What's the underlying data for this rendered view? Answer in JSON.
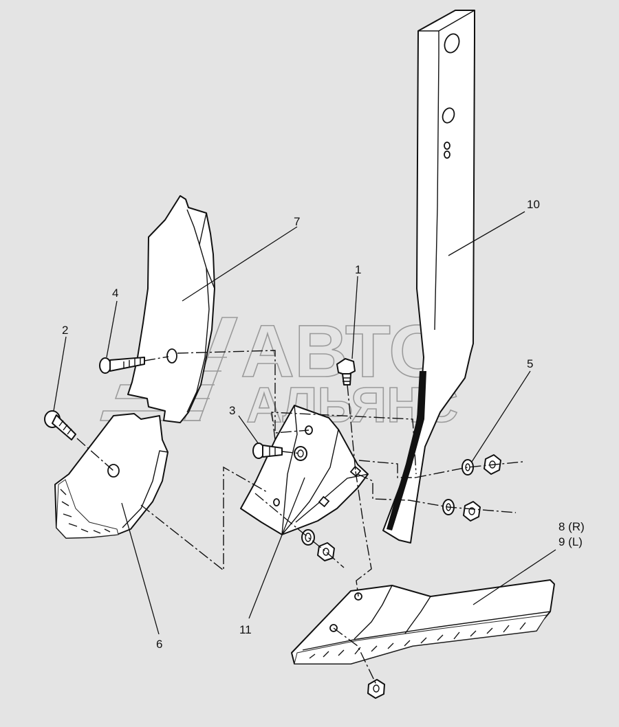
{
  "watermark": {
    "line1": "АВТО",
    "line2": "АЛЬЯНС"
  },
  "callouts": {
    "c1": "1",
    "c2": "2",
    "c3": "3",
    "c4": "4",
    "c5": "5",
    "c6": "6",
    "c7": "7",
    "c8": "8 (R)",
    "c9": "9 (L)",
    "c10": "10",
    "c11": "11"
  },
  "colors": {
    "background": "#e4e4e4",
    "line": "#111111",
    "watermark": "#9a9a9a"
  }
}
